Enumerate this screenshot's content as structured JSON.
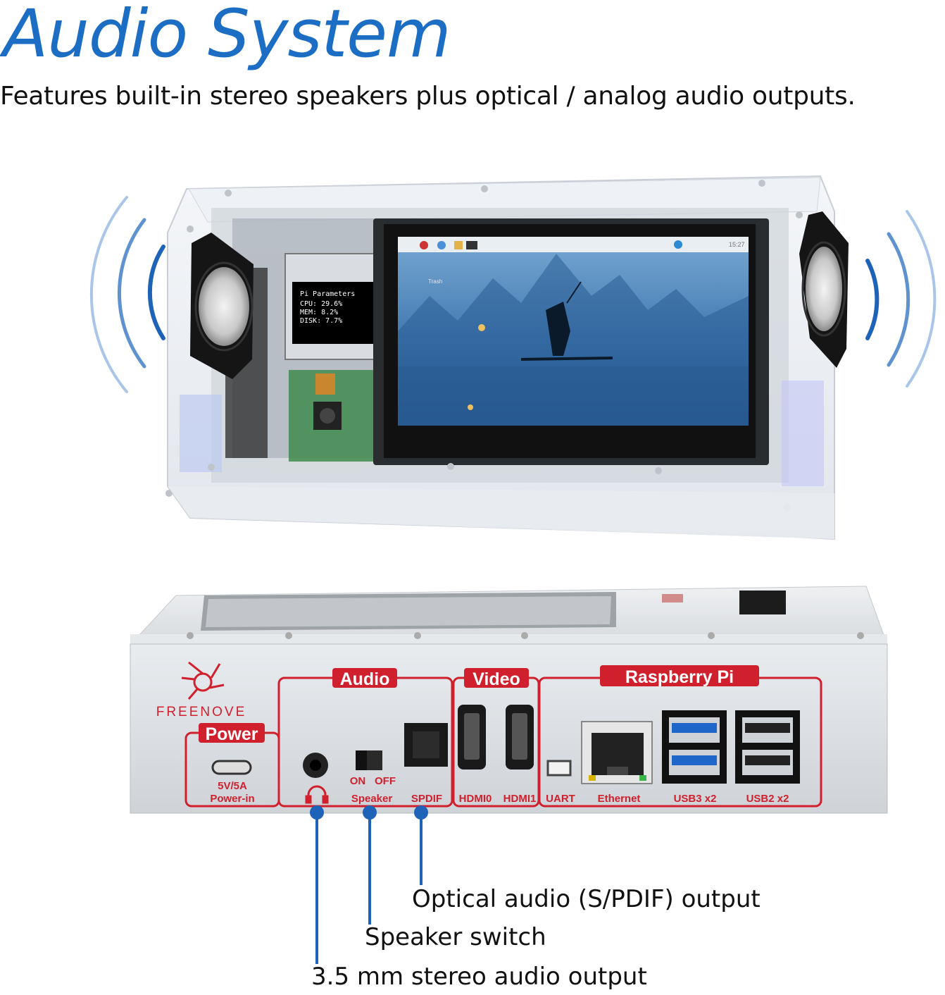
{
  "header": {
    "title": "Audio System",
    "subtitle": "Features built-in stereo speakers plus optical / analog audio outputs."
  },
  "screen": {
    "pi_params_title": "Pi Parameters",
    "cpu": "CPU: 29.6%",
    "mem": "MEM: 8.2%",
    "disk": "DISK: 7.7%",
    "clock": "15:27",
    "trash_label": "Trash"
  },
  "panel": {
    "brand": "FREENOVE",
    "sections": {
      "power": "Power",
      "audio": "Audio",
      "video": "Video",
      "raspberry": "Raspberry Pi"
    },
    "ports": {
      "power_spec": "5V/5A",
      "power_label": "Power-in",
      "switch_on": "ON",
      "switch_off": "OFF",
      "speaker": "Speaker",
      "spdif": "SPDIF",
      "hdmi0": "HDMI0",
      "hdmi1": "HDMI1",
      "uart": "UART",
      "ethernet": "Ethernet",
      "usb3": "USB3 x2",
      "usb2": "USB2 x2"
    }
  },
  "callouts": {
    "optical": "Optical audio (S/PDIF) output",
    "speaker_switch": "Speaker switch",
    "jack": "3.5 mm stereo audio output"
  },
  "colors": {
    "title_blue": "#1c6ec4",
    "panel_red": "#d0202e",
    "leader_blue": "#1f63b8"
  }
}
